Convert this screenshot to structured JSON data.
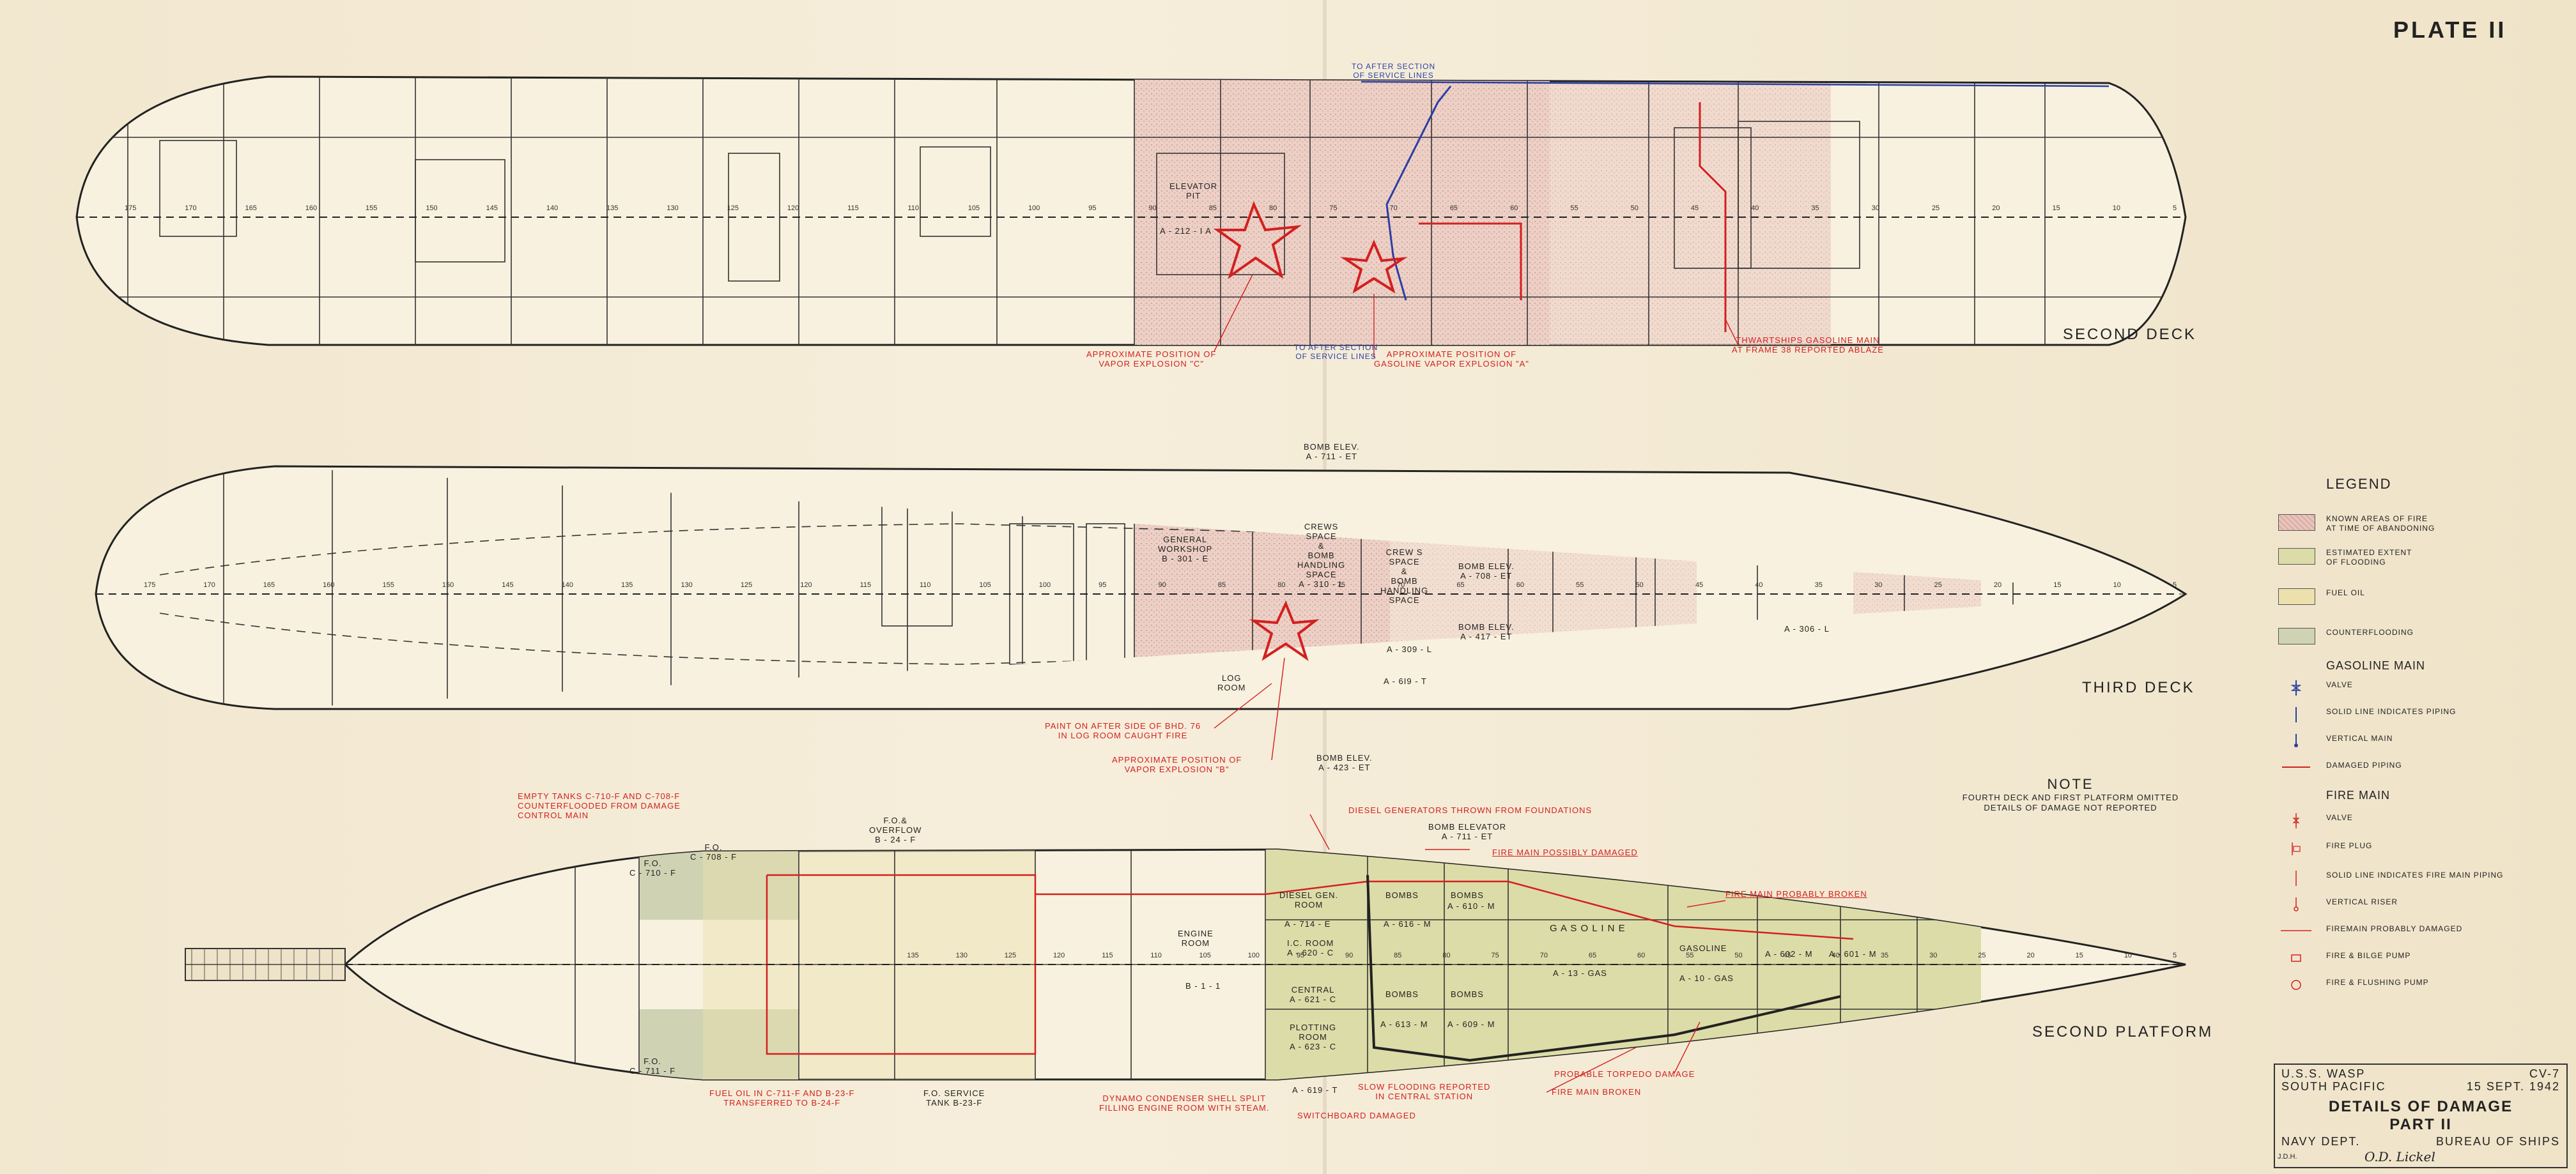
{
  "plate_title": "PLATE II",
  "decks": {
    "second_deck": "SECOND DECK",
    "third_deck": "THIRD DECK",
    "second_platform": "SECOND PLATFORM"
  },
  "annotations": {
    "elevator_pit": "ELEVATOR\nPIT",
    "a212": "A - 212 - I A",
    "to_after_top": "TO AFTER SECTION\nOF SERVICE LINES",
    "to_after_bottom": "TO AFTER SECTION\nOF SERVICE LINES",
    "vapor_c": "APPROXIMATE POSITION OF\nVAPOR EXPLOSION \"C\"",
    "vapor_a": "APPROXIMATE POSITION OF\nGASOLINE VAPOR EXPLOSION \"A\"",
    "thwart": "THWARTSHIPS GASOLINE MAIN\nAT FRAME 38 REPORTED ABLAZE",
    "bomb_elev_top": "BOMB ELEV.\nA - 711 - ET",
    "general_workshop": "GENERAL\nWORKSHOP\nB - 301 - E",
    "crews_space_1": "CREWS\nSPACE\n&\nBOMB\nHANDLING\nSPACE\nA - 310 - L",
    "crews_space_2": "CREW S\nSPACE\n&\nBOMB\nHANDLING\nSPACE",
    "a309": "A - 309 - L",
    "bomb_elev_708": "BOMB ELEV.\nA - 708 - ET",
    "bomb_elev_417": "BOMB ELEV.\nA - 417 - ET",
    "a306": "A - 306 - L",
    "a619_top": "A - 6I9 - T",
    "log_room": "LOG\nROOM",
    "paint": "PAINT ON AFTER SIDE OF BHD. 76\nIN LOG ROOM CAUGHT FIRE",
    "vapor_b": "APPROXIMATE POSITION OF\nVAPOR EXPLOSION \"B\"",
    "bomb_elev_423": "BOMB ELEV.\nA - 423 - ET",
    "empty_tanks": "EMPTY TANKS C-710-F AND C-708-F\nCOUNTERFLOODED FROM DAMAGE\nCONTROL MAIN",
    "fo_overflow": "F.O.&\nOVERFLOW\nB - 24 - F",
    "fo_708": "F.O.\nC - 708 - F",
    "fo_710": "F.O.\nC - 710 - F",
    "diesel_thrown": "DIESEL GENERATORS THROWN FROM FOUNDATIONS",
    "bomb_elevator": "BOMB ELEVATOR\nA - 711 - ET",
    "fire_main_possibly": "FIRE MAIN POSSIBLY DAMAGED",
    "fire_main_probably": "FIRE MAIN PROBABLY BROKEN",
    "engine_room": "ENGINE\nROOM",
    "b11": "B - 1 - 1",
    "diesel_gen": "DIESEL GEN.\nROOM",
    "a714": "A - 714 - E",
    "ic_room": "I.C. ROOM\nA - 620 - C",
    "central": "CENTRAL\nA - 621 - C",
    "plotting": "PLOTTING\nROOM\nA - 623 - C",
    "bombs1": "BOMBS",
    "bombs2": "BOMBS",
    "bombs3": "BOMBS",
    "bombs4": "BOMBS",
    "a616": "A - 616 - M",
    "a610": "A - 610 - M",
    "a613": "A - 613 - M",
    "a609": "A - 609 - M",
    "gasoline1": "G A S O L I N E",
    "a13gas": "A - 13 - GAS",
    "gasoline2": "GASOLINE",
    "a10gas": "A - 10 - GAS",
    "a602": "A - 602 - M",
    "a601": "A - 601 - M",
    "fo_711": "F.O.\nC - 711 - F",
    "fuel_oil": "FUEL OIL IN C-711-F AND B-23-F\nTRANSFERRED TO B-24-F",
    "fo_service": "F.O. SERVICE\nTANK B-23-F",
    "dynamo": "DYNAMO CONDENSER SHELL SPLIT\nFILLING ENGINE ROOM WITH STEAM.",
    "a619_bottom": "A - 619 - T",
    "slow_flooding": "SLOW FLOODING REPORTED\nIN CENTRAL STATION",
    "probable_torpedo": "PROBABLE TORPEDO DAMAGE",
    "fire_main_broken": "FIRE MAIN BROKEN",
    "switchboard": "SWITCHBOARD DAMAGED"
  },
  "legend": {
    "title": "LEGEND",
    "items": [
      {
        "label": "KNOWN AREAS OF FIRE\nAT TIME OF ABANDONING",
        "icon": "fire-area-swatch",
        "color": "#e7c4bc"
      },
      {
        "label": "ESTIMATED EXTENT\nOF FLOODING",
        "icon": "flooding-swatch",
        "color": "#dcdca8"
      },
      {
        "label": "FUEL OIL",
        "icon": "fuel-oil-swatch",
        "color": "#ece0ac"
      },
      {
        "label": "COUNTERFLOODING",
        "icon": "counterflooding-swatch",
        "color": "#cfd3b4"
      }
    ],
    "gasoline_title": "GASOLINE MAIN",
    "gasoline_items": [
      {
        "label": "VALVE",
        "icon": "gas-valve-icon"
      },
      {
        "label": "SOLID LINE INDICATES PIPING",
        "icon": "gas-piping-line-icon"
      },
      {
        "label": "VERTICAL MAIN",
        "icon": "vertical-main-icon"
      },
      {
        "label": "DAMAGED PIPING",
        "icon": "damaged-piping-icon"
      }
    ],
    "fire_title": "FIRE MAIN",
    "fire_items": [
      {
        "label": "VALVE",
        "icon": "fire-valve-icon"
      },
      {
        "label": "FIRE PLUG",
        "icon": "fire-plug-icon"
      },
      {
        "label": "SOLID LINE INDICATES FIRE MAIN PIPING",
        "icon": "fire-main-line-icon"
      },
      {
        "label": "VERTICAL RISER",
        "icon": "vertical-riser-icon"
      },
      {
        "label": "FIREMAIN PROBABLY DAMAGED",
        "icon": "firemain-damaged-icon"
      },
      {
        "label": "FIRE & BILGE PUMP",
        "icon": "bilge-pump-icon"
      },
      {
        "label": "FIRE & FLUSHING PUMP",
        "icon": "flushing-pump-icon"
      }
    ]
  },
  "note": {
    "title": "NOTE",
    "body": "FOURTH DECK AND FIRST PLATFORM OMITTED\nDETAILS OF DAMAGE NOT REPORTED"
  },
  "title_block": {
    "ship": "U.S.S. WASP",
    "hull": "CV-7",
    "location": "SOUTH PACIFIC",
    "date": "15 SEPT. 1942",
    "title1": "DETAILS OF DAMAGE",
    "title2": "PART II",
    "dept": "NAVY DEPT.",
    "bureau": "BUREAU OF SHIPS",
    "initials": "J.D.H.",
    "signature": "O.D. Lickel"
  },
  "frame_numbers": [
    "175",
    "170",
    "165",
    "160",
    "155",
    "150",
    "145",
    "140",
    "135",
    "130",
    "125",
    "120",
    "115",
    "110",
    "105",
    "100",
    "95",
    "90",
    "85",
    "80",
    "75",
    "70",
    "65",
    "60",
    "55",
    "50",
    "45",
    "40",
    "35",
    "30",
    "25",
    "20",
    "15",
    "10",
    "5"
  ],
  "colors": {
    "fire": "#e7c4bc",
    "flood": "#dcdca8",
    "fuel_oil": "#ece0ac",
    "counterflood": "#cfd3b4",
    "damage_red": "#d32020",
    "gas_blue": "#2a3ea6"
  }
}
